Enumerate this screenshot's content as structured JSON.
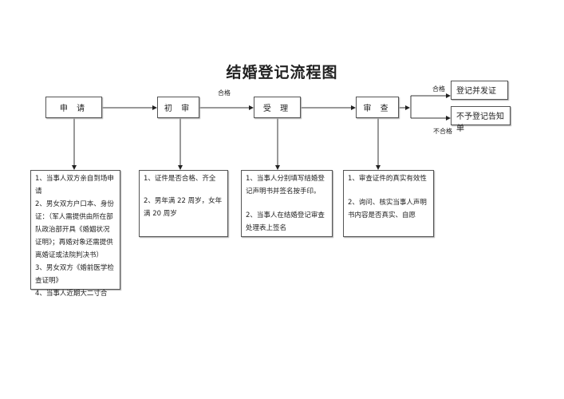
{
  "title": "结婚登记流程图",
  "steps": [
    {
      "label": "申 请"
    },
    {
      "label": "初 审"
    },
    {
      "label": "受 理"
    },
    {
      "label": "审 查"
    }
  ],
  "edge_labels": {
    "pass_accept": "合格",
    "pass_result": "合格",
    "fail_result": "不合格"
  },
  "results": {
    "approve": "登记并发证",
    "reject": "不予登记告知单"
  },
  "details": [
    {
      "items": [
        "1、当事人双方亲自到场申请",
        "2、男女双方户口本、身份证：（军人需提供由所在部队政治部开具《婚姻状况证明》；再婚对象还需提供离婚证或法院判决书）",
        "3、男女双方《婚前医学检查证明》",
        "4、当事人近期大二寸合"
      ]
    },
    {
      "items": [
        "1、证件是否合格、齐全",
        "2、男年满 22 周岁，女年满 20 周岁"
      ]
    },
    {
      "items": [
        "1、当事人分别填写结婚登记声明书并签名按手印。",
        "2、当事人在结婚登记审查处理表上签名"
      ]
    },
    {
      "items": [
        "1、审查证件的真实有效性",
        "2、询问、核实当事人声明书内容是否真实、自愿"
      ]
    }
  ]
}
